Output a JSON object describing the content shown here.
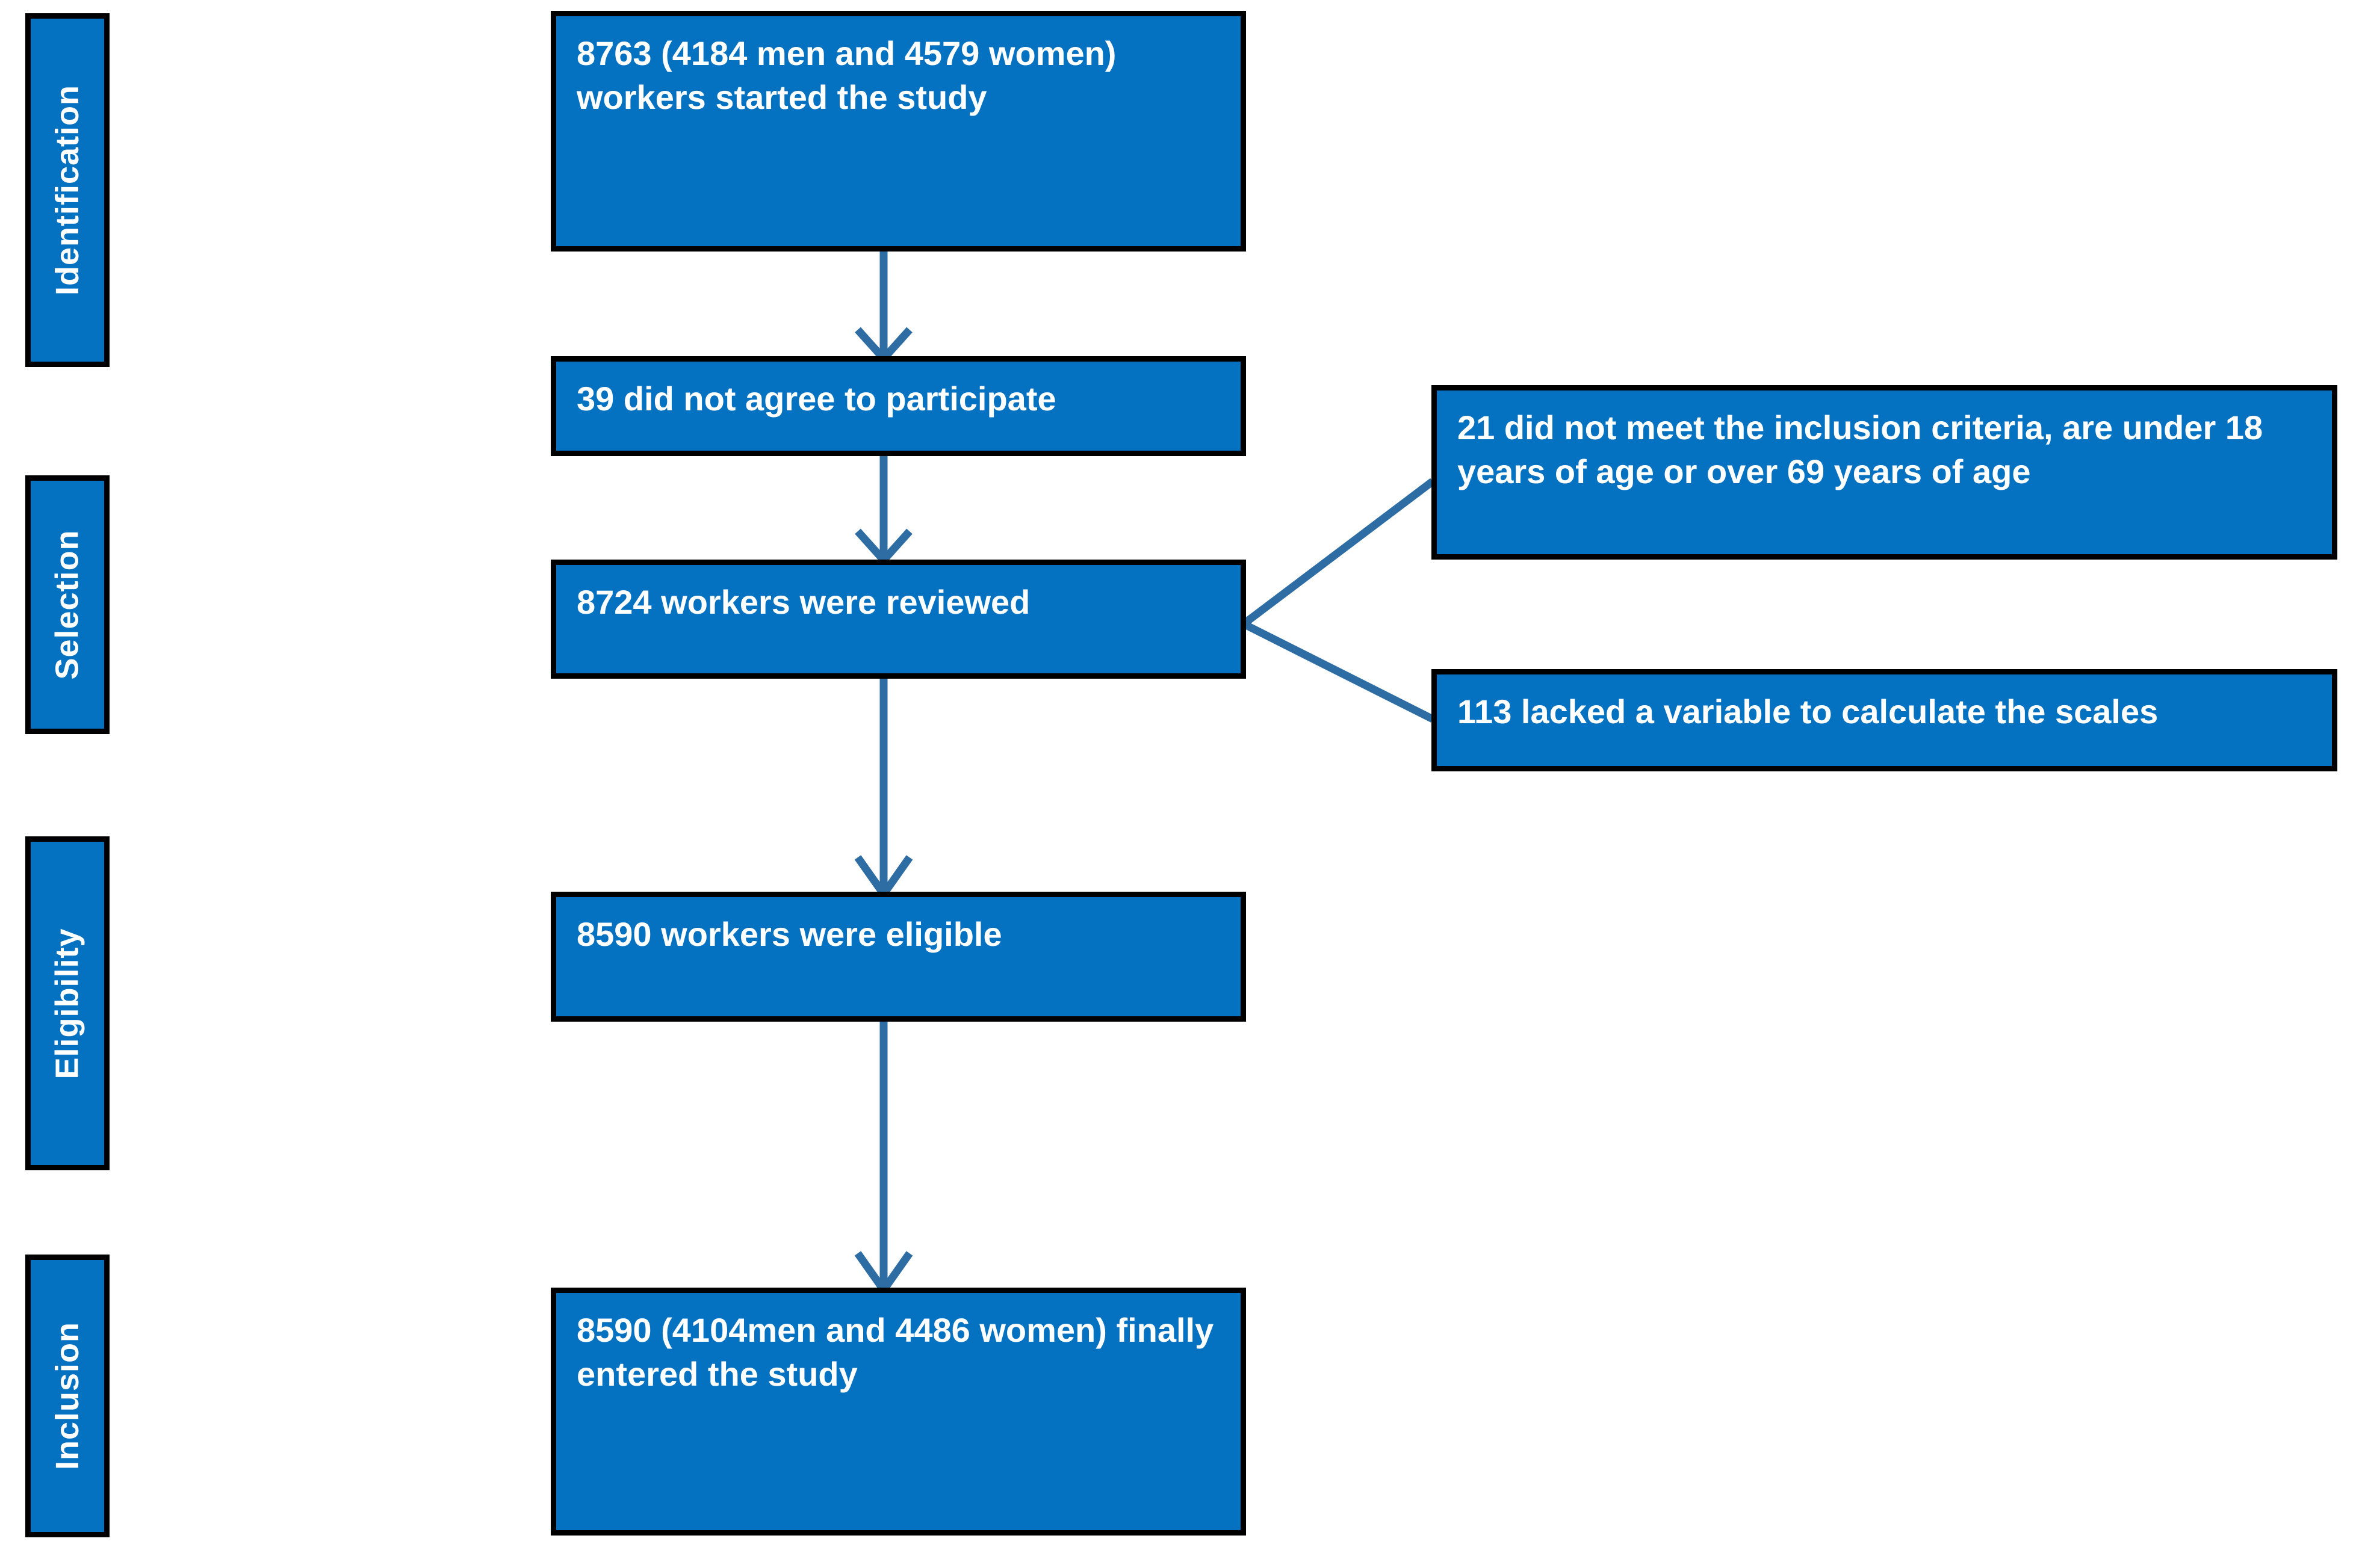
{
  "diagram": {
    "type": "study-flowchart",
    "title": "",
    "colors": {
      "box_fill": "#0571c1",
      "box_border": "#000000",
      "text": "#ffffff",
      "connector": "#2e6da4",
      "background": "#ffffff"
    },
    "stages": [
      {
        "id": "identification",
        "label": "Identification"
      },
      {
        "id": "selection",
        "label": "Selection"
      },
      {
        "id": "eligibility",
        "label": "Eligibility"
      },
      {
        "id": "inclusion",
        "label": "Inclusion"
      }
    ],
    "nodes": [
      {
        "id": "started",
        "stage": "identification",
        "text": "8763 (4184 men and 4579 women) workers started the study",
        "count": 8763,
        "men": 4184,
        "women": 4579
      },
      {
        "id": "declined",
        "stage": "identification",
        "text": "39 did not agree to participate",
        "count": 39
      },
      {
        "id": "reviewed",
        "stage": "selection",
        "text": "8724 workers were reviewed",
        "count": 8724
      },
      {
        "id": "excluded-criteria",
        "stage": "selection",
        "text": "21 did not meet the inclusion criteria, are under 18 years of age or over 69 years of age",
        "count": 21
      },
      {
        "id": "excluded-missing",
        "stage": "selection",
        "text": "113  lacked a variable to calculate the scales",
        "count": 113
      },
      {
        "id": "eligible",
        "stage": "eligibility",
        "text": "8590 workers  were eligible",
        "count": 8590
      },
      {
        "id": "entered",
        "stage": "inclusion",
        "text": "8590 (4104men and 4486 women) finally entered the study",
        "count": 8590,
        "men": 4104,
        "women": 4486
      }
    ],
    "edges": [
      {
        "from": "started",
        "to": "declined",
        "kind": "arrow-down"
      },
      {
        "from": "declined",
        "to": "reviewed",
        "kind": "arrow-down"
      },
      {
        "from": "reviewed",
        "to": "excluded-criteria",
        "kind": "branch-right-up"
      },
      {
        "from": "reviewed",
        "to": "excluded-missing",
        "kind": "branch-right-down"
      },
      {
        "from": "reviewed",
        "to": "eligible",
        "kind": "arrow-down"
      },
      {
        "from": "eligible",
        "to": "entered",
        "kind": "arrow-down"
      }
    ]
  }
}
